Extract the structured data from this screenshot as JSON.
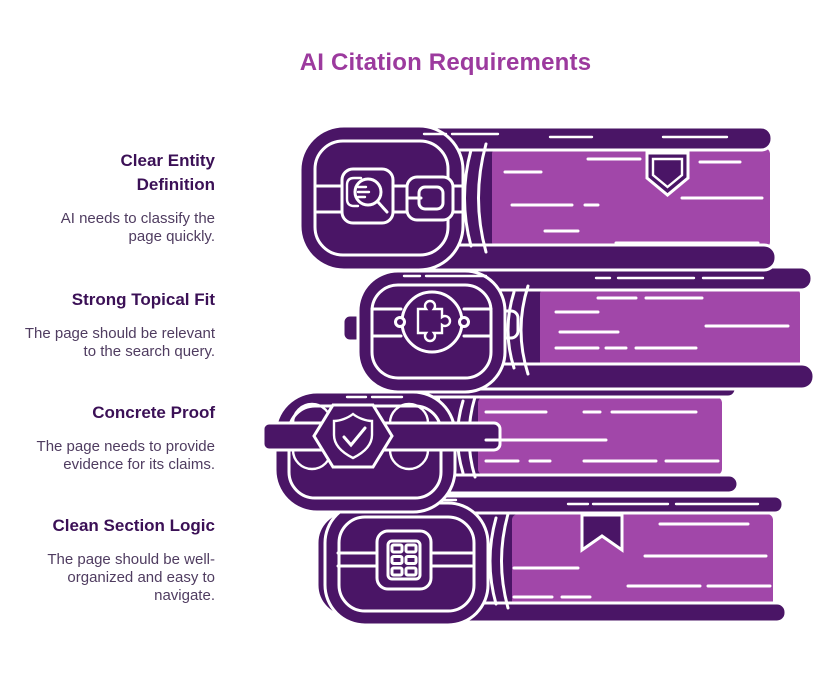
{
  "title": "AI Citation Requirements",
  "sections": [
    {
      "heading_lines": [
        "Clear Entity",
        "Definition"
      ],
      "body_lines": [
        "AI needs to classify the",
        "page quickly."
      ],
      "icon": "search-icon"
    },
    {
      "heading_lines": [
        "Strong Topical Fit"
      ],
      "body_lines": [
        "The page should be relevant",
        "to the search query."
      ],
      "icon": "puzzle-icon"
    },
    {
      "heading_lines": [
        "Concrete Proof"
      ],
      "body_lines": [
        "The page needs to provide",
        "evidence for its claims."
      ],
      "icon": "shield-check-icon"
    },
    {
      "heading_lines": [
        "Clean Section Logic"
      ],
      "body_lines": [
        "The page should be well-",
        "organized and easy to",
        "navigate."
      ],
      "icon": "keypad-icon"
    }
  ],
  "illustration": {
    "book_icons": [
      "search-icon",
      "puzzle-icon",
      "shield-check-icon",
      "keypad-icon"
    ],
    "page_decorations": [
      "shield-badge-icon",
      "bookmark-icon"
    ]
  },
  "colors": {
    "background": "#ffffff",
    "title": "#9c3a9e",
    "heading": "#3b1056",
    "body_text": "#4f3c60",
    "book_dark": "#4a1566",
    "book_light": "#a147a9",
    "outline": "#ffffff"
  }
}
